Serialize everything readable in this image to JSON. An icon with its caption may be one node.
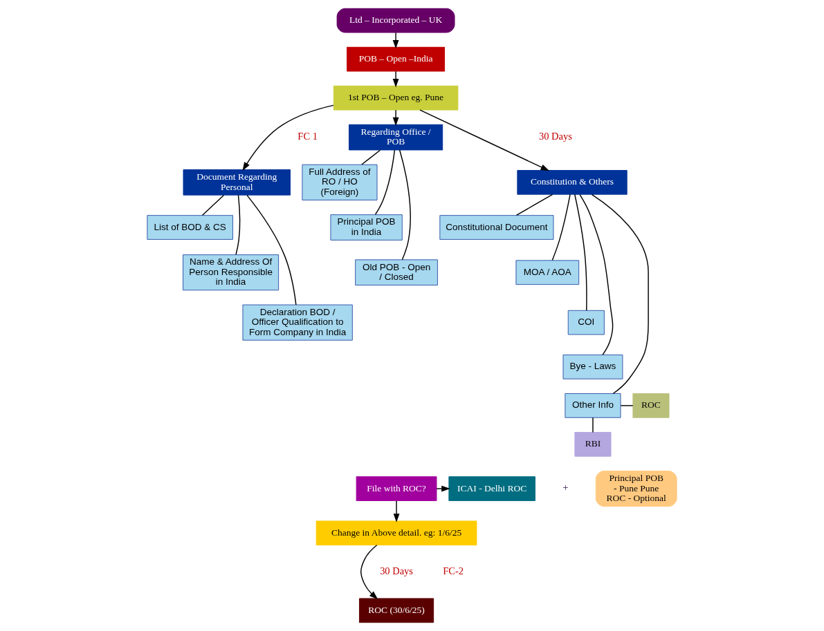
{
  "diagram": {
    "nodes": [
      {
        "text": [
          "Ltd – Incorporated – UK"
        ]
      },
      {
        "text": [
          "POB – Open –India"
        ]
      },
      {
        "text": [
          "1st POB – Open eg. Pune"
        ]
      },
      {
        "text": [
          "Document Regarding Personal"
        ]
      },
      {
        "text": [
          "Regarding Office / POB"
        ]
      },
      {
        "text": [
          "Constitution & Others"
        ]
      },
      {
        "text": [
          "List of BOD & CS"
        ]
      },
      {
        "text": [
          "Name & Address Of Person Responsible in India"
        ]
      },
      {
        "text": [
          "Declaration BOD / Officer Qualification to Form Company in India"
        ]
      },
      {
        "text": [
          "Full Address of RO / HO (Foreign)"
        ]
      },
      {
        "text": [
          "Principal POB in India"
        ]
      },
      {
        "text": [
          "Old POB - Open / Closed"
        ]
      },
      {
        "text": [
          "Constitutional Document"
        ]
      },
      {
        "text": [
          "MOA / AOA"
        ]
      },
      {
        "text": [
          "COI"
        ]
      },
      {
        "text": [
          "Bye - Laws"
        ]
      },
      {
        "text": [
          "Other Info"
        ]
      },
      {
        "text": [
          "ROC"
        ]
      },
      {
        "text": [
          "RBI"
        ]
      },
      {
        "text": [
          "File with ROC?"
        ]
      },
      {
        "text": [
          "ICAI - Delhi ROC"
        ]
      },
      {
        "text": [
          "Principal POB - Pune Pune ROC - Optional"
        ]
      },
      {
        "text": [
          "Change in Above detail. eg: 1/6/25"
        ]
      },
      {
        "text": [
          "ROC (30/6/25)"
        ]
      }
    ],
    "edges": [
      {
        "from": 0,
        "to": 1,
        "arrow": "to"
      },
      {
        "from": 1,
        "to": 2,
        "arrow": "to"
      },
      {
        "from": 2,
        "to": 3,
        "arrow": "to"
      },
      {
        "from": 2,
        "to": 4,
        "arrow": "to"
      },
      {
        "from": 2,
        "to": 5,
        "arrow": "to"
      },
      {
        "from": 3,
        "to": 6,
        "arrow": "none"
      },
      {
        "from": 3,
        "to": 7,
        "arrow": "none"
      },
      {
        "from": 3,
        "to": 8,
        "arrow": "none"
      },
      {
        "from": 4,
        "to": 9,
        "arrow": "none"
      },
      {
        "from": 4,
        "to": 10,
        "arrow": "none"
      },
      {
        "from": 4,
        "to": 11,
        "arrow": "none"
      },
      {
        "from": 5,
        "to": 12,
        "arrow": "none"
      },
      {
        "from": 5,
        "to": 13,
        "arrow": "none"
      },
      {
        "from": 5,
        "to": 14,
        "arrow": "none"
      },
      {
        "from": 5,
        "to": 15,
        "arrow": "none"
      },
      {
        "from": 5,
        "to": 16,
        "arrow": "none"
      },
      {
        "from": 16,
        "to": 17,
        "arrow": "none"
      },
      {
        "from": 16,
        "to": 18,
        "arrow": "none"
      },
      {
        "from": 19,
        "to": 20,
        "arrow": "to"
      },
      {
        "from": 19,
        "to": 22,
        "arrow": "to"
      },
      {
        "from": 22,
        "to": 23,
        "arrow": "to"
      }
    ],
    "labels": [
      "FC 1",
      "30 Days",
      "+",
      "30 Days",
      "FC-2"
    ]
  }
}
